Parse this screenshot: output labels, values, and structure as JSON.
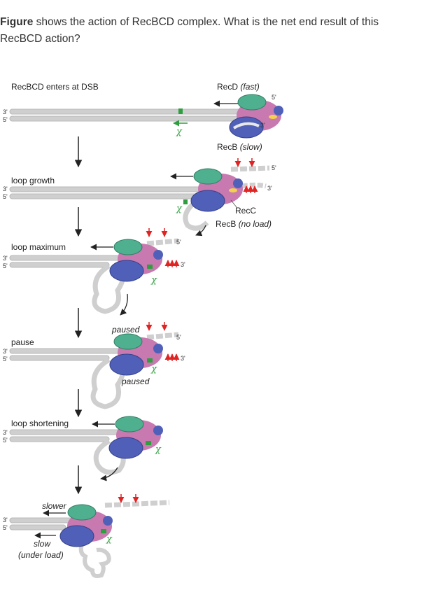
{
  "question": {
    "bold_word": "Figure",
    "text": " shows the action of RecBCD complex. What is the net end result of this RecBCD action?"
  },
  "diagram": {
    "stages": {
      "enter": "RecBCD enters at DSB",
      "growth": "loop growth",
      "maximum": "loop maximum",
      "pause": "pause",
      "shortening": "loop shortening"
    },
    "protein_labels": {
      "recd": "RecD",
      "fast": "(fast)",
      "recb": "RecB",
      "slow_paren": "(slow)",
      "recc": "RecC",
      "no_load": "(no load)"
    },
    "annotations": {
      "paused": "paused",
      "slower": "slower",
      "slow": "slow",
      "under_load": "(under load)"
    },
    "ends": {
      "three": "3'",
      "five": "5'"
    },
    "chi": "χ",
    "colors": {
      "recd": "#4fb08f",
      "recb": "#5060b8",
      "recc": "#c879b0",
      "dna": "#cfcfcf",
      "chi_arrow": "#2e9e3e",
      "cut_arrow": "#e02424"
    }
  }
}
